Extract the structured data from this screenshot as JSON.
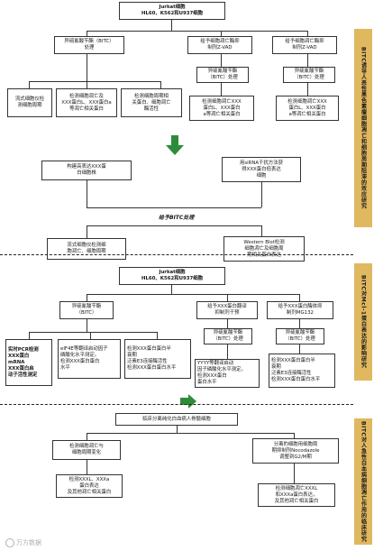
{
  "side_labels": [
    "BITC诱导人恶性黑色素瘤细胞凋亡和细胞周期阻滞的效应研究",
    "BITC对Mcl-1蛋白表达的影响研究",
    "BITC对人急性白血病细胞凋亡作用的临床研究"
  ],
  "section1": {
    "top": "Jurkat细胞\nHL60、K562和U937细胞",
    "a1": "异硫氰酸苄酯（BITC）\n处理",
    "b1": "给予细胞凋亡酶抑\n制剂Z-VAD",
    "c1": "给予细胞凋亡酶抑\n制剂Z-VAD",
    "a2": "流式细胞仪检\n测细胞周期",
    "a3": "检测细胞凋亡及\nXXX蛋白L、XXX蛋白a\n等凋亡相关蛋白",
    "a4": "检测细胞周期相\n关蛋白、细胞凋亡\n酶活性",
    "b2": "异硫氰酸苄酯\n（BITC）处理",
    "c2": "异硫氰酸苄酯\n（BITC）处理",
    "b3": "检测细胞凋亡XXX\n蛋白L、XXX蛋白\na等凋亡相关蛋白",
    "c3": "检测细胞凋亡XXX\n蛋白L、XXX蛋白\na等凋亡相关蛋白"
  },
  "section2": {
    "d1": "构建高表达XXX蛋\n白细胞株",
    "d2": "用siRNA干扰方法获\n得XXX蛋白低表达\n细胞",
    "mid": "给予BITC处理",
    "d3": "流式细胞仪检测细\n胞凋亡、细胞周期",
    "d4": "Western Blot检测\n细胞凋亡及细胞周\n期相关蛋白表达"
  },
  "section3": {
    "top": "Jurkat细胞\nHL60、K562和U937细胞",
    "e1": "异硫氰酸苄酯\n（BITC）",
    "f1": "给予XXX蛋白翻译\n抑制剂干预",
    "g1": "给予XXX蛋白酶体抑\n制剂MG132",
    "e2": "实时PCR检测\nXXX蛋白\nmRNA\nXXX蛋白启\n动子活性测定",
    "e3": "eIF4E等翻译启动因子\n磷酸化水平测定。\n检测XXX蛋白蛋白\n水平",
    "e4": "检测XXX蛋白蛋白半\n衰期\n泛素E3连接酶活性\n检测XXX蛋白蛋白水平",
    "f2": "异硫氰酸苄酯\n（BITC）处理",
    "g2": "异硫氰酸苄酯\n（BITC）处理",
    "f3": "YYYY等翻译启动\n因子磷酸化水平测定。\n检测XXX蛋白\n蛋白水平",
    "g3": "检测XXX蛋白蛋白半\n衰期\n泛素E3连接酶活性\n检测XXX蛋白蛋白水平"
  },
  "section4": {
    "top": "临床分离纯化白血病人骨髓细胞",
    "h1": "检测细胞凋亡与\n细胞周期变化",
    "i1": "分离的细胞用细胞周\n期抑制剂Nocodazole\n调整到G2/M期",
    "h2": "检测XXXL、XXXa\n蛋白表达\n及其他凋亡相关蛋白",
    "i2": "检测细胞凋亡XXXL\n和XXXa蛋白表达，\n及其他凋亡相关蛋白"
  },
  "watermark": "万方数据",
  "colors": {
    "side_bar": "#e0b860",
    "green_arrow": "#2e8b3a"
  }
}
